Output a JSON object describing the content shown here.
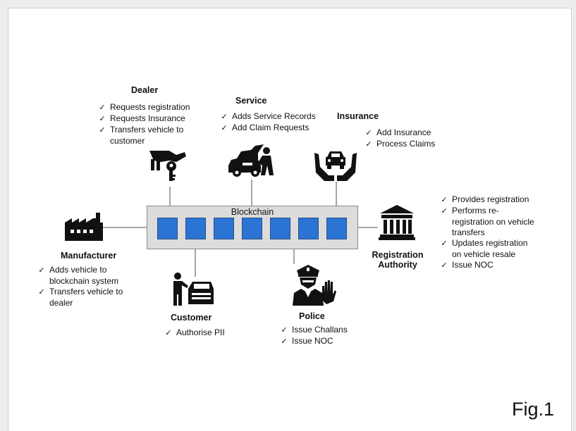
{
  "check_mark": "✓",
  "colors": {
    "block_fill": "#2b74d3",
    "container_fill": "#dcdcdc",
    "icon": "#111111",
    "line": "#777777"
  },
  "center": {
    "label": "Blockchain",
    "block_count": 7
  },
  "dealer": {
    "title": "Dealer",
    "items": [
      "Requests registration",
      "Requests Insurance",
      "Transfers vehicle to"
    ],
    "continuation": "customer"
  },
  "service": {
    "title": "Service",
    "items": [
      "Adds Service Records",
      "Add Claim Requests"
    ]
  },
  "insurance": {
    "title": "Insurance",
    "items": [
      "Add Insurance",
      "Process Claims"
    ]
  },
  "manufacturer": {
    "title": "Manufacturer",
    "items": [
      "Adds vehicle to",
      "blockchain system",
      "Transfers vehicle to",
      "dealer"
    ]
  },
  "registration": {
    "title_line1": "Registration",
    "title_line2": "Authority",
    "items": [
      "Provides registration",
      "Performs re-",
      "registration on vehicle",
      "transfers",
      "Updates registration",
      "on vehicle resale",
      "Issue NOC"
    ]
  },
  "customer": {
    "title": "Customer",
    "items": [
      "Authorise PII"
    ]
  },
  "police": {
    "title": "Police",
    "items": [
      "Issue Challans",
      "Issue NOC"
    ]
  },
  "figure_label": "Fig.1",
  "icons": [
    "key-handover-icon",
    "car-mechanic-icon",
    "car-in-hands-icon",
    "factory-icon",
    "government-building-icon",
    "person-with-car-icon",
    "police-officer-icon"
  ]
}
